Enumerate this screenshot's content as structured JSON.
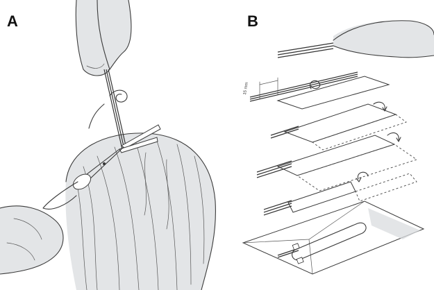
{
  "panels": [
    {
      "label": "A"
    },
    {
      "label": "B",
      "measurement": "15 mm"
    }
  ]
}
